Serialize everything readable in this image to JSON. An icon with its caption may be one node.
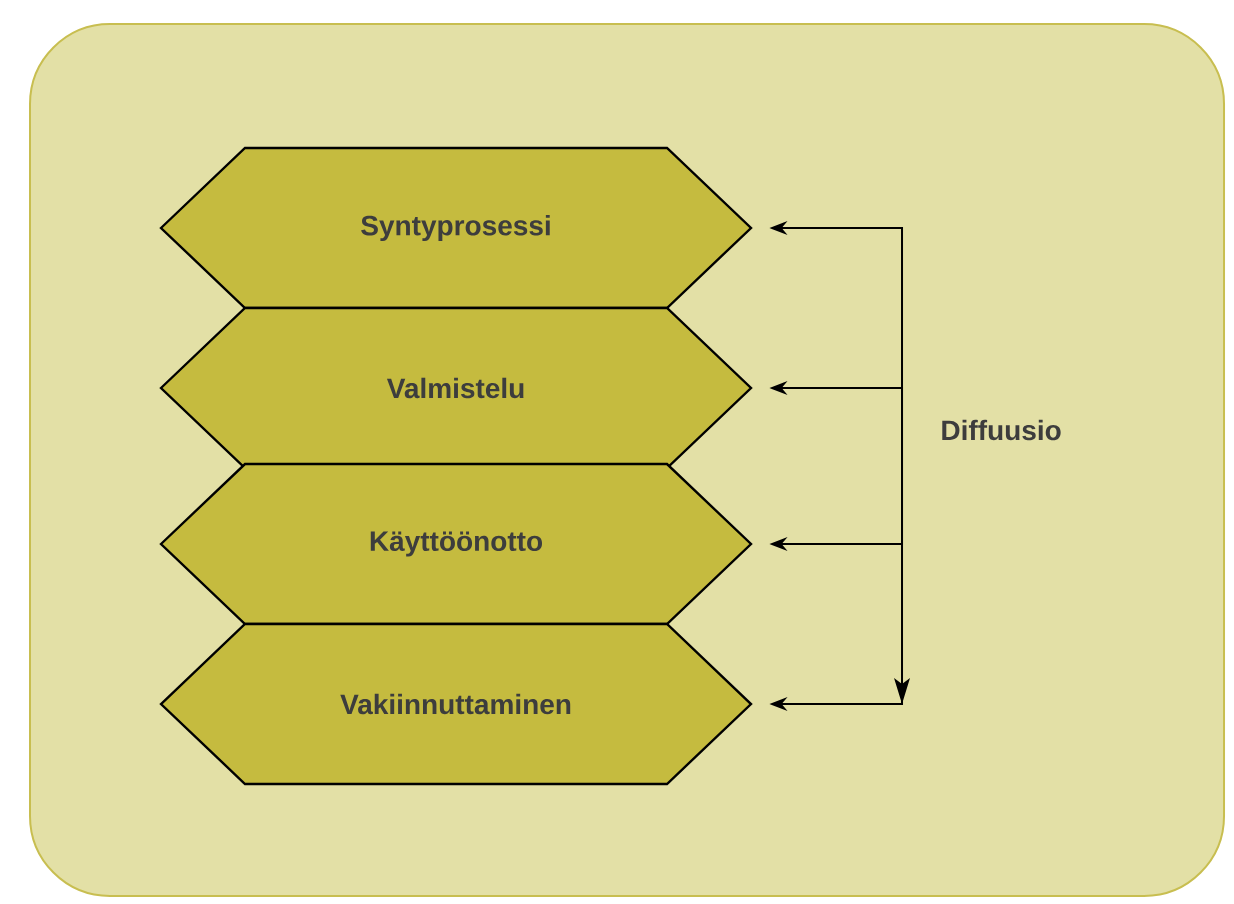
{
  "diagram": {
    "nodes": [
      {
        "text": [
          "Syntyprosessi"
        ]
      },
      {
        "text": [
          "Valmistelu"
        ]
      },
      {
        "text": [
          "Käyttöönotto"
        ]
      },
      {
        "text": [
          "Vakiinnuttaminen"
        ]
      },
      {
        "text": [
          "Diffuusio"
        ]
      }
    ],
    "edges": [
      {
        "from": 4,
        "to": 0,
        "arrow": "to"
      },
      {
        "from": 4,
        "to": 1,
        "arrow": "to"
      },
      {
        "from": 4,
        "to": 2,
        "arrow": "to"
      },
      {
        "from": 4,
        "to": 3,
        "arrow": "to"
      }
    ]
  }
}
